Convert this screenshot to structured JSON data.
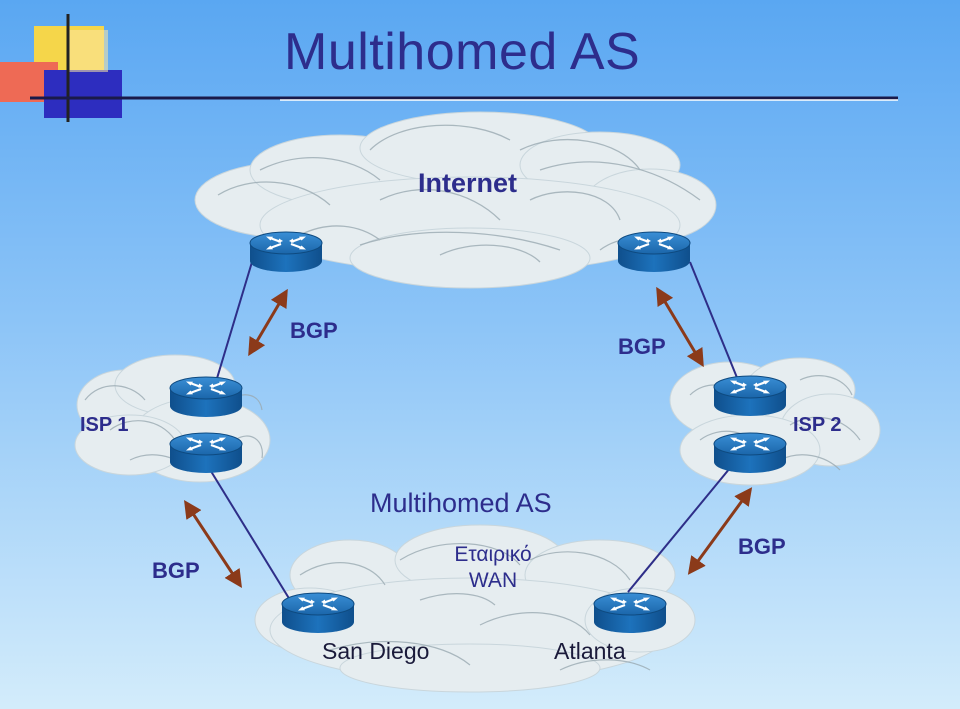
{
  "slide": {
    "title": "Multihomed AS"
  },
  "labels": {
    "internet": "Internet",
    "isp1": "ISP 1",
    "isp2": "ISP 2",
    "bgp_top_left": "BGP",
    "bgp_top_right": "BGP",
    "bgp_bottom_left": "BGP",
    "bgp_bottom_right": "BGP",
    "as_label": "Multihomed AS",
    "wan_line1": "Εταιρικό",
    "wan_line2": "WAN",
    "san_diego": "San Diego",
    "atlanta": "Atlanta"
  },
  "colors": {
    "title_text": "#2d2d8c",
    "cloud_fill": "#e6edf0",
    "link_line": "#2e2e88",
    "bgp_arrow": "#8b3a1a",
    "router_blue": "#1d6fb8"
  }
}
